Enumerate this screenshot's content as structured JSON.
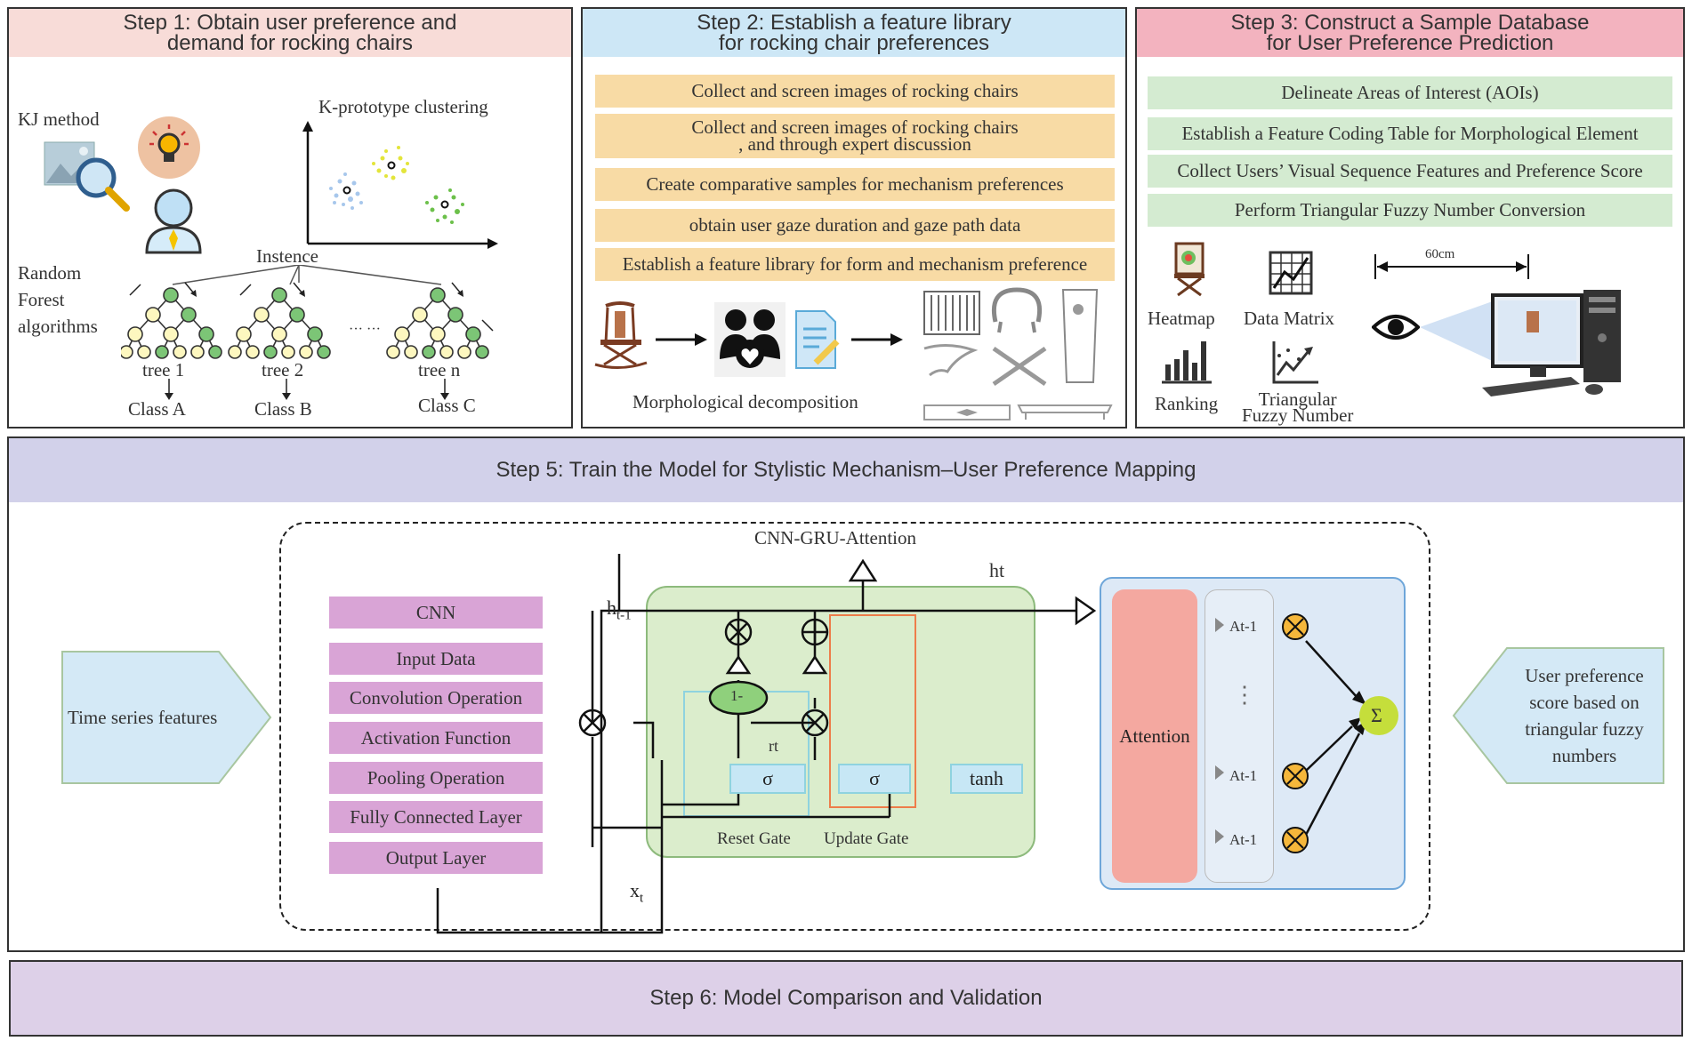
{
  "step1": {
    "title": "Step 1: Obtain user preference and\ndemand for rocking chairs",
    "kj_label": "KJ method",
    "kprototype_label": "K-prototype clustering",
    "rf_label": "Random\nForest\nalgorithms",
    "instance_label": "Instence",
    "trees": [
      "tree 1",
      "tree 2",
      "tree n"
    ],
    "ellipsis": "··· ···",
    "classes": [
      "Class A",
      "Class B",
      "Class C"
    ]
  },
  "step2": {
    "title": "Step 2: Establish a feature library\nfor rocking chair preferences",
    "items": [
      "Collect and screen images of rocking chairs",
      "Collect and screen images of rocking chairs\n, and through expert discussion",
      "Create comparative samples for mechanism preferences",
      "obtain user gaze duration and gaze path data",
      "Establish a feature library for form and mechanism preference"
    ],
    "decomposition_label": "Morphological decomposition"
  },
  "step3": {
    "title": "Step 3: Construct a Sample Database\nfor User Preference Prediction",
    "items": [
      "Delineate Areas of Interest (AOIs)",
      "Establish a Feature Coding Table for Morphological Element",
      "Collect Users’ Visual Sequence Features and Preference Score",
      "Perform Triangular Fuzzy Number Conversion"
    ],
    "icons": [
      "Heatmap",
      "Data Matrix",
      "Ranking",
      "Triangular\nFuzzy Number"
    ],
    "distance_label": "60cm"
  },
  "step5": {
    "title": "Step 5: Train the Model for Stylistic Mechanism–User Preference Mapping",
    "input_label": "Time series features",
    "output_label": "User preference\nscore based on\ntriangular fuzzy\nnumbers",
    "model_label": "CNN-GRU-Attention",
    "cnn_layers": [
      "CNN",
      "Input Data",
      "Convolution Operation",
      "Activation Function",
      "Pooling Operation",
      "Fully Connected Layer",
      "Output Layer"
    ],
    "ht": "ht",
    "ht1_main": "h",
    "ht1_sub": "t-1",
    "xt_main": "x",
    "xt_sub": "t",
    "rt": "rt",
    "sigma": "σ",
    "tanh": "tanh",
    "one_minus": "1-",
    "reset_gate": "Reset Gate",
    "update_gate": "Update Gate",
    "attention_label": "Attention",
    "at_labels": [
      "At-1",
      "At-1",
      "At-1"
    ],
    "vdots": "⋮",
    "sum_symbol": "Σ"
  },
  "step6": {
    "title": "Step 6: Model Comparison and Validation"
  },
  "colors": {
    "step1_header": "#f8dcd8",
    "step2_header": "#cde7f6",
    "step3_header": "#f3b3bf",
    "step5_header": "#d2d1ea",
    "step6_header": "#ddd0e8",
    "yellow_bar": "#f8dba5",
    "green_bar": "#d4ebd1",
    "cnn_purple": "#d9a4d6",
    "gru_green": "#dbedcc",
    "attention_blue": "#dde9f6",
    "attention_red": "#f4a8a0",
    "node_green": "#7cc576",
    "node_yellow": "#fdf7bf",
    "orange_node": "#f5b73b",
    "sum_green": "#c5de3b"
  }
}
